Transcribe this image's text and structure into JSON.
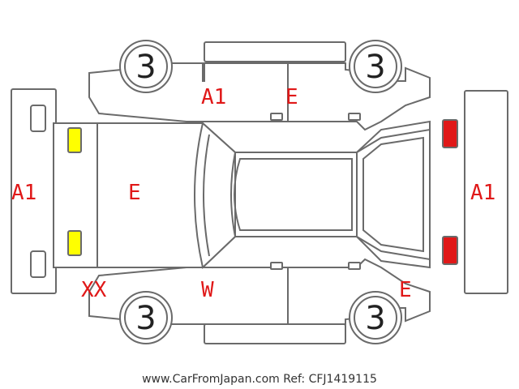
{
  "colors": {
    "damage_code": "#e01818",
    "outline": "#6a6a6a",
    "front_lamp": "#ffff00",
    "rear_lamp": "#e01818"
  },
  "tires": {
    "front_left": "3",
    "rear_left": "3",
    "front_right": "3",
    "rear_right": "3"
  },
  "codes": {
    "front_bumper": "A1",
    "hood": "E",
    "left_front_door": "A1",
    "left_rear_door": "E",
    "rear_bumper": "A1",
    "front_right_corner": "XX",
    "windshield": "W",
    "right_rear_quarter": "E"
  },
  "footer": "www.CarFromJapan.com Ref: CFJ1419115"
}
